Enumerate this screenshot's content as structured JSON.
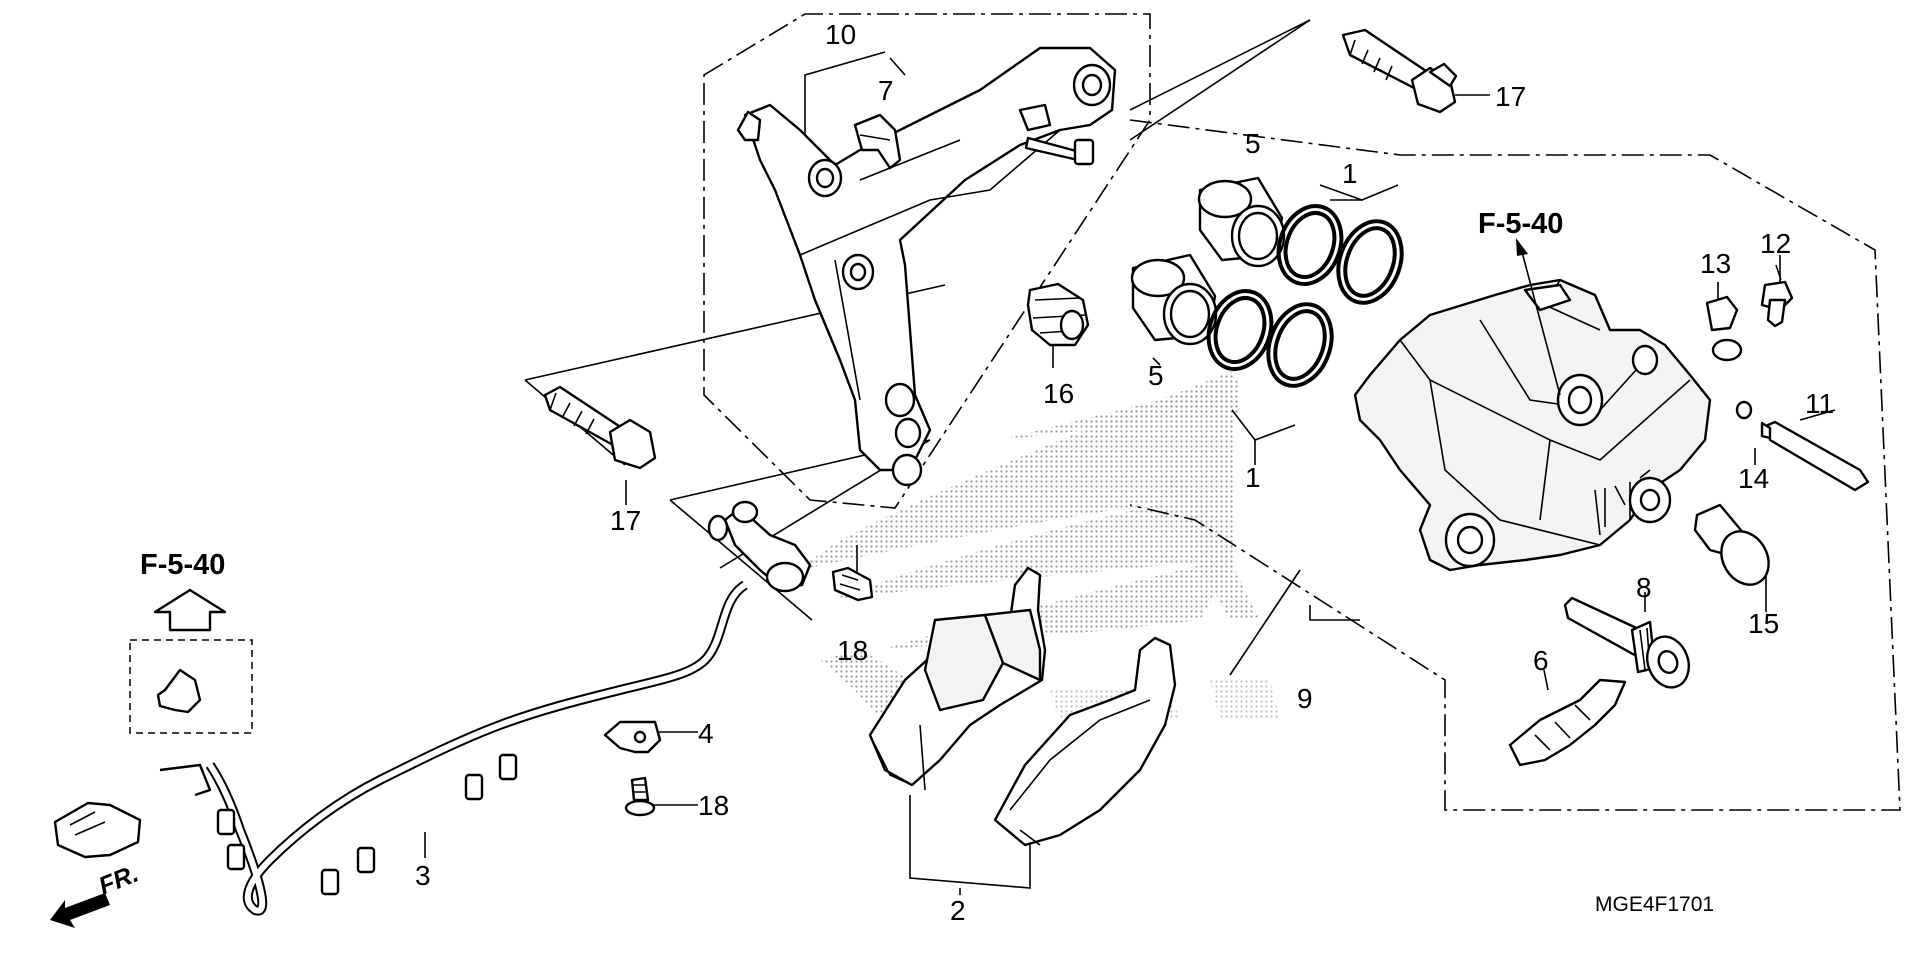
{
  "diagram_code": "MGE4F1701",
  "front_marker": "FR.",
  "references": [
    {
      "id": "ref-upper",
      "text": "F-5-40"
    },
    {
      "id": "ref-left",
      "text": "F-5-40"
    }
  ],
  "callouts": [
    {
      "id": "c10",
      "text": "10"
    },
    {
      "id": "c7",
      "text": "7"
    },
    {
      "id": "c17a",
      "text": "17"
    },
    {
      "id": "c5a",
      "text": "5"
    },
    {
      "id": "c1a",
      "text": "1"
    },
    {
      "id": "c13",
      "text": "13"
    },
    {
      "id": "c12",
      "text": "12"
    },
    {
      "id": "c16",
      "text": "16"
    },
    {
      "id": "c5b",
      "text": "5"
    },
    {
      "id": "c1b",
      "text": "1"
    },
    {
      "id": "c11",
      "text": "11"
    },
    {
      "id": "c14",
      "text": "14"
    },
    {
      "id": "c17b",
      "text": "17"
    },
    {
      "id": "c8",
      "text": "8"
    },
    {
      "id": "c15",
      "text": "15"
    },
    {
      "id": "c18a",
      "text": "18"
    },
    {
      "id": "c6",
      "text": "6"
    },
    {
      "id": "c9",
      "text": "9"
    },
    {
      "id": "c4",
      "text": "4"
    },
    {
      "id": "c18b",
      "text": "18"
    },
    {
      "id": "c3",
      "text": "3"
    },
    {
      "id": "c2",
      "text": "2"
    }
  ]
}
